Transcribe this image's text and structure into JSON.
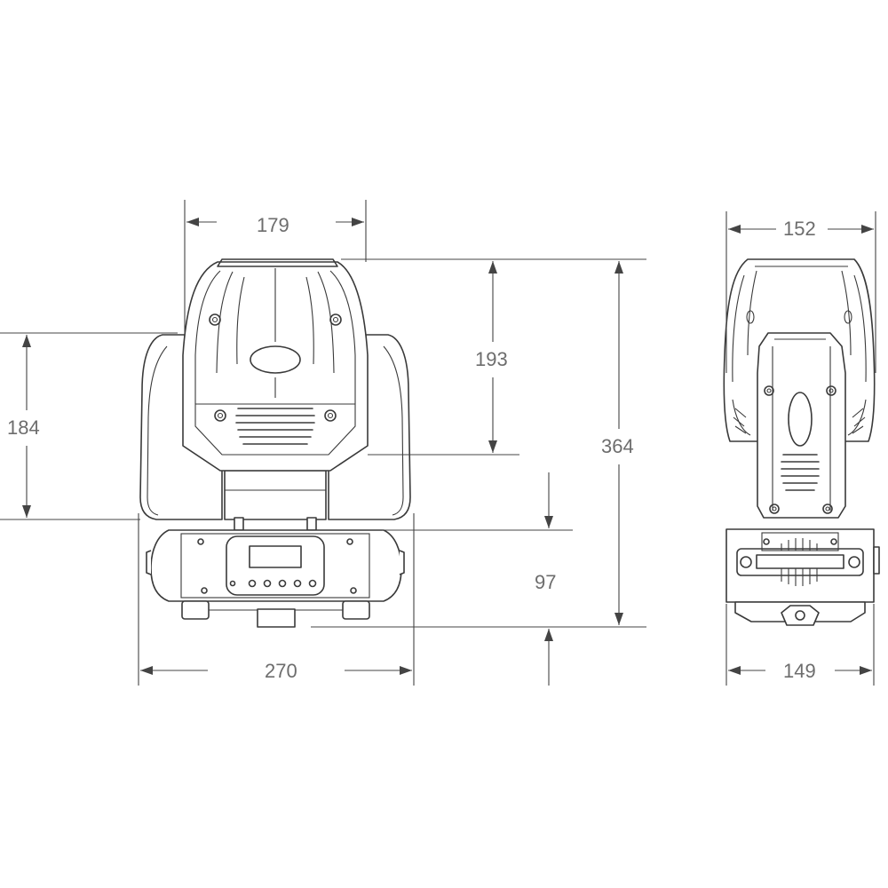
{
  "dimensions": {
    "front_head_width": "179",
    "head_height": "193",
    "arm_height": "184",
    "total_height": "364",
    "base_height": "97",
    "base_width": "270",
    "side_head_depth": "152",
    "side_base_depth": "149"
  },
  "colors": {
    "line": "#3a3a3a",
    "dimension_text": "#6d6d6d",
    "background": "#ffffff"
  }
}
